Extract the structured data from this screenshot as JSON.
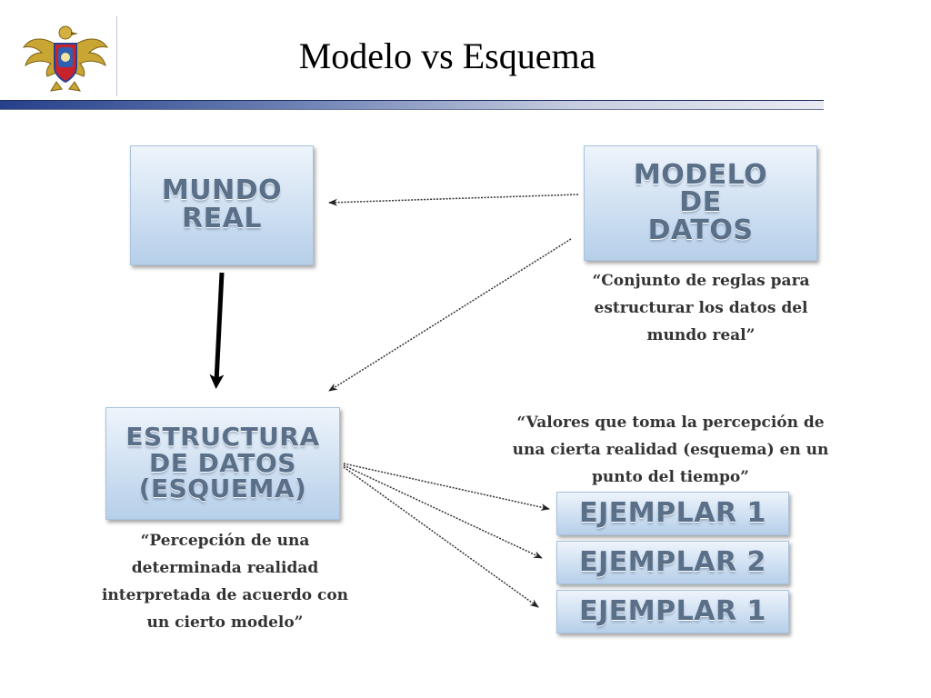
{
  "title": "Modelo vs Esquema",
  "nodes": {
    "mundo_real": "MUNDO REAL",
    "modelo_datos": "MODELO DE DATOS",
    "estructura": "ESTRUCTURA DE DATOS (ESQUEMA)",
    "ejemplares": [
      "EJEMPLAR 1",
      "EJEMPLAR 2",
      "EJEMPLAR 1"
    ]
  },
  "quotes": {
    "modelo": "“Conjunto de reglas para estructurar los datos del mundo real”",
    "valores": "“Valores que toma la percepción de una cierta realidad (esquema) en un punto del tiempo”",
    "percepcion": "“Percepción de una determinada realidad interpretada de acuerdo con un cierto modelo”"
  },
  "colors": {
    "box_text": "#5a6f88",
    "title_rule": "#26408a"
  }
}
